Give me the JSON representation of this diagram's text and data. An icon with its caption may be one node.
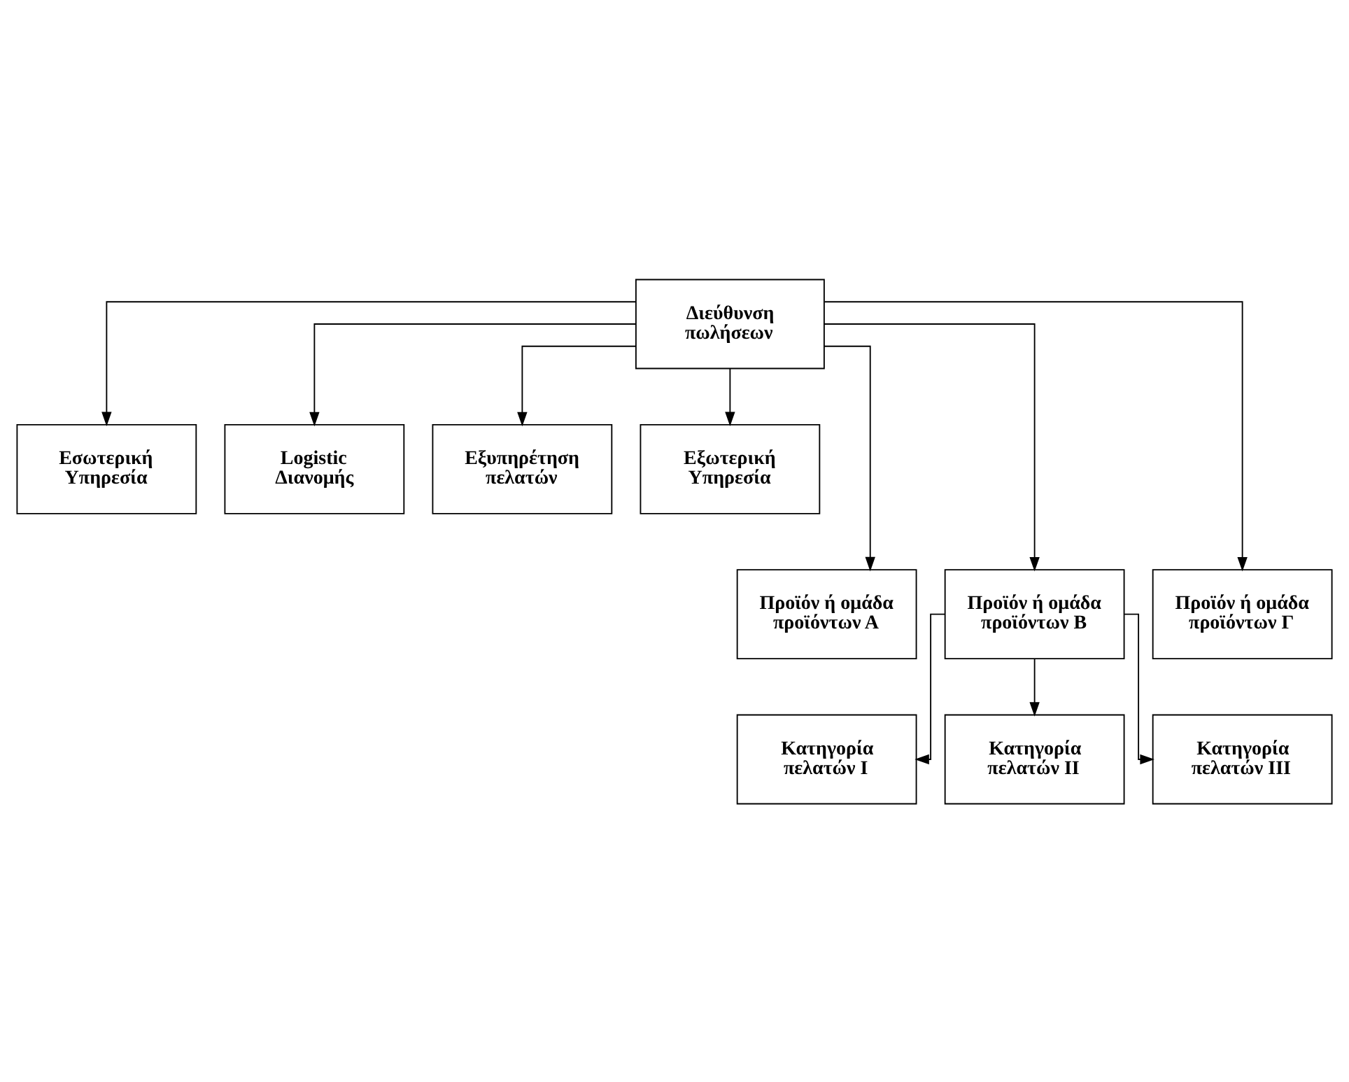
{
  "diagram": {
    "nodes": [
      {
        "text": [
          "Διεύθυνση πωλήσεων"
        ]
      },
      {
        "text": [
          "Εσωτερική Υπηρεσία"
        ]
      },
      {
        "text": [
          "Logistic Διανομής"
        ]
      },
      {
        "text": [
          "Εξυπηρέτηση πελατών"
        ]
      },
      {
        "text": [
          "Εξωτερική Υπηρεσία"
        ]
      },
      {
        "text": [
          "Προϊόν ή ομάδα προϊόντων Α"
        ]
      },
      {
        "text": [
          "Προϊόν ή ομάδα προϊόντων Β"
        ]
      },
      {
        "text": [
          "Προϊόν ή ομάδα προϊόντων Γ"
        ]
      },
      {
        "text": [
          "Κατηγορία πελατών Ι"
        ]
      },
      {
        "text": [
          "Κατηγορία πελατών ΙΙ"
        ]
      },
      {
        "text": [
          "Κατηγορία πελατών ΙΙΙ"
        ]
      }
    ],
    "edges": [
      {
        "from": 0,
        "to": 1,
        "arrow": "to"
      },
      {
        "from": 0,
        "to": 2,
        "arrow": "to"
      },
      {
        "from": 0,
        "to": 3,
        "arrow": "to"
      },
      {
        "from": 0,
        "to": 4,
        "arrow": "to"
      },
      {
        "from": 0,
        "to": 5,
        "arrow": "to"
      },
      {
        "from": 0,
        "to": 6,
        "arrow": "to"
      },
      {
        "from": 0,
        "to": 7,
        "arrow": "to"
      },
      {
        "from": 6,
        "to": 8,
        "arrow": "to"
      },
      {
        "from": 6,
        "to": 9,
        "arrow": "to"
      },
      {
        "from": 6,
        "to": 10,
        "arrow": "to"
      }
    ]
  }
}
